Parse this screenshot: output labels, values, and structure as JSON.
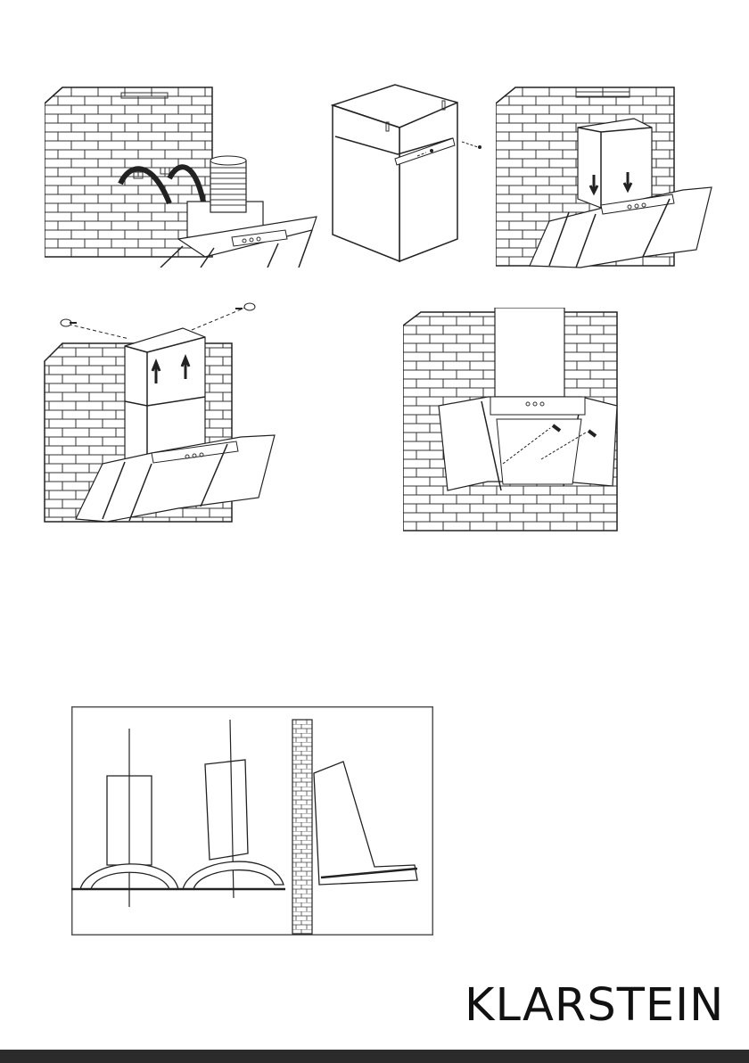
{
  "brand": {
    "name": "KLARSTEIN"
  },
  "figures": [
    {
      "id": "step-1",
      "icon": "wall-bracket-and-hose-illustration"
    },
    {
      "id": "step-2",
      "icon": "chimney-cover-assembly-illustration"
    },
    {
      "id": "step-3",
      "icon": "lower-chimney-cover-illustration"
    },
    {
      "id": "step-4",
      "icon": "upper-chimney-screws-illustration"
    },
    {
      "id": "step-5",
      "icon": "glass-panel-screws-illustration"
    },
    {
      "id": "alignment",
      "icon": "hood-alignment-diagram"
    }
  ],
  "colors": {
    "line": "#222222",
    "footer": "#2b2b2b",
    "text": "#111111"
  }
}
